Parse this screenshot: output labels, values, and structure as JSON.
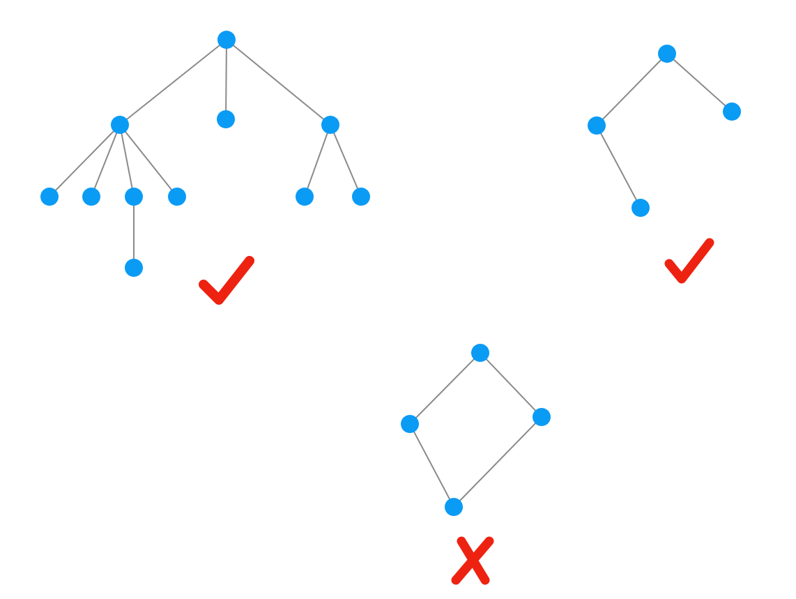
{
  "colors": {
    "node": "#0a9bf5",
    "edge": "#8a8a8a",
    "mark": "#ee2211"
  },
  "graphs": [
    {
      "id": "tree-large",
      "verdict": "check",
      "is_tree": true,
      "nodes": [
        "r",
        "a",
        "b",
        "c",
        "a1",
        "a2",
        "a3",
        "a4",
        "a3x",
        "c1",
        "c2"
      ],
      "edges": [
        [
          "r",
          "a"
        ],
        [
          "r",
          "b"
        ],
        [
          "r",
          "c"
        ],
        [
          "a",
          "a1"
        ],
        [
          "a",
          "a2"
        ],
        [
          "a",
          "a3"
        ],
        [
          "a",
          "a4"
        ],
        [
          "a3",
          "a3x"
        ],
        [
          "c",
          "c1"
        ],
        [
          "c",
          "c2"
        ]
      ]
    },
    {
      "id": "tree-small",
      "verdict": "check",
      "is_tree": true,
      "nodes": [
        "r",
        "a",
        "b",
        "a1"
      ],
      "edges": [
        [
          "r",
          "a"
        ],
        [
          "r",
          "b"
        ],
        [
          "a",
          "a1"
        ]
      ]
    },
    {
      "id": "cycle",
      "verdict": "cross",
      "is_tree": false,
      "nodes": [
        "t",
        "l",
        "r",
        "b"
      ],
      "edges": [
        [
          "t",
          "l"
        ],
        [
          "t",
          "r"
        ],
        [
          "l",
          "b"
        ],
        [
          "r",
          "b"
        ]
      ]
    }
  ]
}
